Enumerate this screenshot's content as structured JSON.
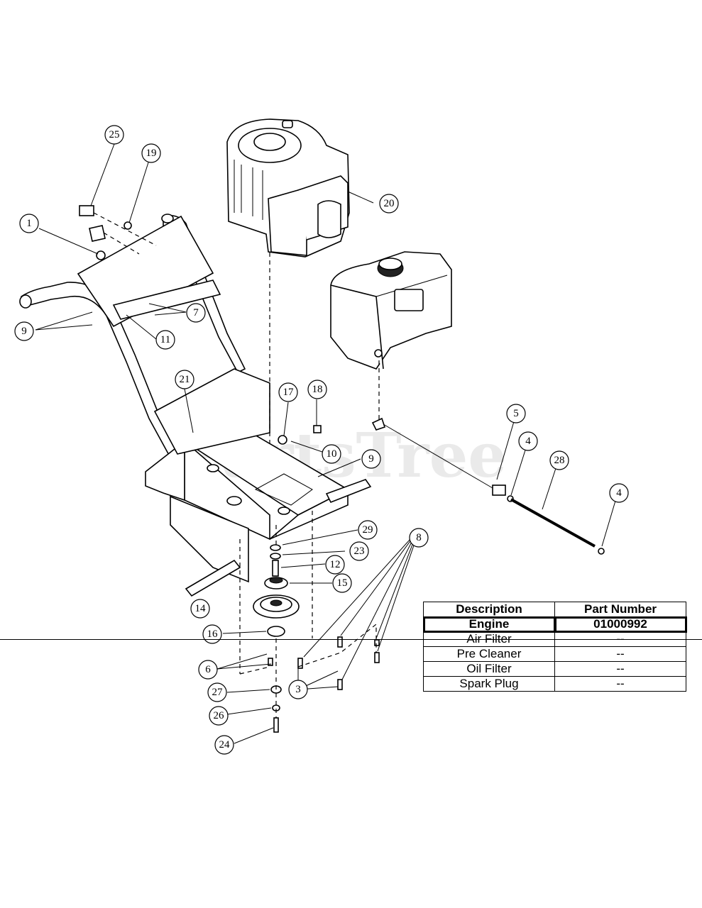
{
  "watermark": "PartsTree",
  "callouts": [
    "1",
    "3",
    "4",
    "4",
    "5",
    "6",
    "7",
    "8",
    "9",
    "9",
    "10",
    "11",
    "12",
    "14",
    "15",
    "16",
    "17",
    "18",
    "19",
    "20",
    "21",
    "23",
    "24",
    "25",
    "26",
    "27",
    "28",
    "29"
  ],
  "table": {
    "headers": [
      "Description",
      "Part Number"
    ],
    "rows": [
      {
        "description": "Engine",
        "part_number": "01000992"
      },
      {
        "description": "Air Filter",
        "part_number": "--"
      },
      {
        "description": "Pre Cleaner",
        "part_number": "--"
      },
      {
        "description": "Oil Filter",
        "part_number": "--"
      },
      {
        "description": "Spark Plug",
        "part_number": "--"
      }
    ]
  }
}
